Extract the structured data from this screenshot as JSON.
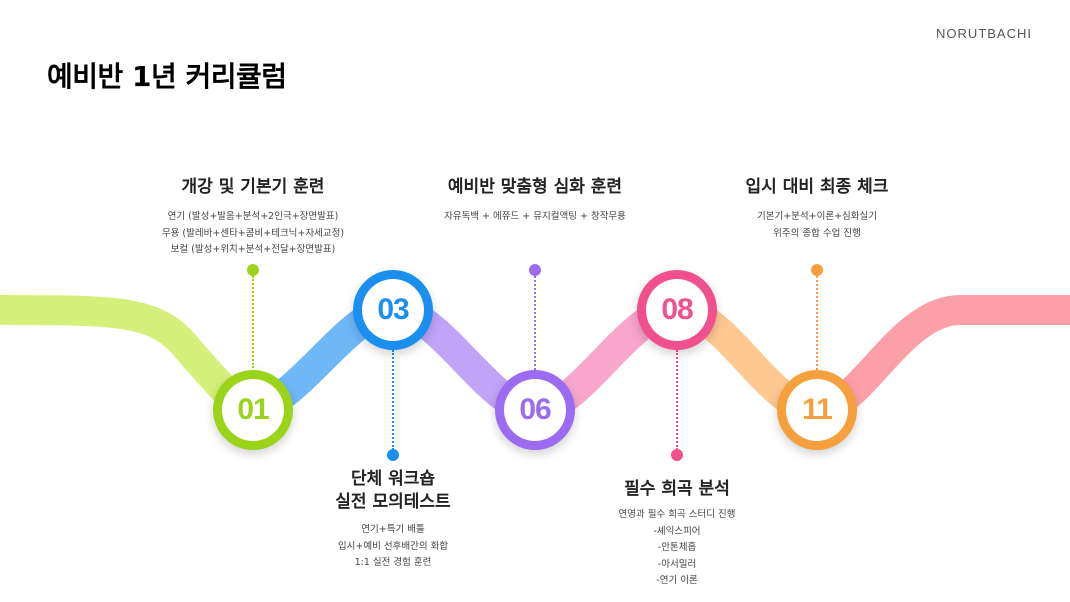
{
  "brand": "NORUTBACHI",
  "title": "예비반 1년 커리큘럼",
  "milestones": [
    {
      "number": "01",
      "color": "#9bd21a",
      "heading_lines": [
        "개강 및 기본기 훈련"
      ],
      "lines": [
        "연기 (발성+발음+분석+2인극+장면발표)",
        "무용 (발레바+센타+콤비+테크닉+자세교정)",
        "보컬 (발성+위치+분석+전달+장면발표)"
      ]
    },
    {
      "number": "03",
      "color": "#1a8ff0",
      "heading_lines": [
        "단체 워크숍",
        "실전 모의테스트"
      ],
      "lines": [
        "연기+특기 배틀",
        "입시+예비 선후배간의 화합",
        "1:1 실전 경험 훈련"
      ]
    },
    {
      "number": "06",
      "color": "#9b6cf2",
      "heading_lines": [
        "예비반 맞춤형 심화 훈련"
      ],
      "lines": [
        "자유독백 + 에쮸드 + 뮤지컬액팅 + 창작무용"
      ]
    },
    {
      "number": "08",
      "color": "#f0508e",
      "heading_lines": [
        "필수 희곡 분석"
      ],
      "lines": [
        "연영과 필수 희곡 스터디 진행",
        "-셰익스피어",
        "-안톤체홉",
        "-아서밀러",
        "-연기 이론"
      ]
    },
    {
      "number": "11",
      "color": "#f5a03c",
      "heading_lines": [
        "입시 대비 최종 체크"
      ],
      "lines": [
        "기본기+분석+이론+심화실기",
        "위주의 종합 수업 진행"
      ]
    }
  ]
}
